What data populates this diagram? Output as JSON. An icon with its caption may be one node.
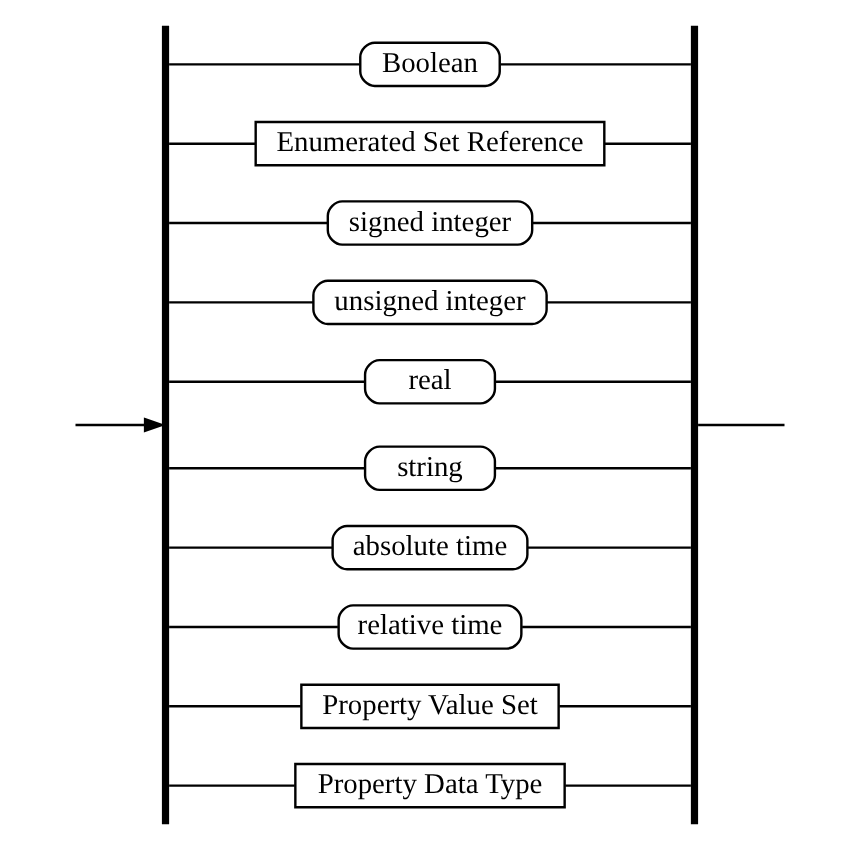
{
  "diagram": {
    "nodes": [
      {
        "text": [],
        "shape": "bar"
      },
      {
        "text": [
          "Boolean"
        ]
      },
      {
        "text": [
          "Enumerated Set Reference"
        ]
      },
      {
        "text": [
          "signed integer"
        ]
      },
      {
        "text": [
          "unsigned integer"
        ]
      },
      {
        "text": [
          "real"
        ]
      },
      {
        "text": [
          "string"
        ]
      },
      {
        "text": [
          "absolute time"
        ]
      },
      {
        "text": [
          "relative time"
        ]
      },
      {
        "text": [
          "Property Value Set"
        ]
      },
      {
        "text": [
          "Property Data Type"
        ]
      },
      {
        "text": [],
        "shape": "bar"
      }
    ],
    "edges": [
      {
        "from": null,
        "to": 0,
        "arrow": "to"
      },
      {
        "from": 0,
        "to": 1,
        "arrow": "none"
      },
      {
        "from": 0,
        "to": 2,
        "arrow": "none"
      },
      {
        "from": 0,
        "to": 3,
        "arrow": "none"
      },
      {
        "from": 0,
        "to": 4,
        "arrow": "none"
      },
      {
        "from": 0,
        "to": 5,
        "arrow": "none"
      },
      {
        "from": 0,
        "to": 6,
        "arrow": "none"
      },
      {
        "from": 0,
        "to": 7,
        "arrow": "none"
      },
      {
        "from": 0,
        "to": 8,
        "arrow": "none"
      },
      {
        "from": 0,
        "to": 9,
        "arrow": "none"
      },
      {
        "from": 0,
        "to": 10,
        "arrow": "none"
      },
      {
        "from": 1,
        "to": 11,
        "arrow": "none"
      },
      {
        "from": 2,
        "to": 11,
        "arrow": "none"
      },
      {
        "from": 3,
        "to": 11,
        "arrow": "none"
      },
      {
        "from": 4,
        "to": 11,
        "arrow": "none"
      },
      {
        "from": 5,
        "to": 11,
        "arrow": "none"
      },
      {
        "from": 6,
        "to": 11,
        "arrow": "none"
      },
      {
        "from": 7,
        "to": 11,
        "arrow": "none"
      },
      {
        "from": 8,
        "to": 11,
        "arrow": "none"
      },
      {
        "from": 9,
        "to": 11,
        "arrow": "none"
      },
      {
        "from": 10,
        "to": 11,
        "arrow": "none"
      },
      {
        "from": 11,
        "to": null,
        "arrow": "none"
      }
    ]
  }
}
